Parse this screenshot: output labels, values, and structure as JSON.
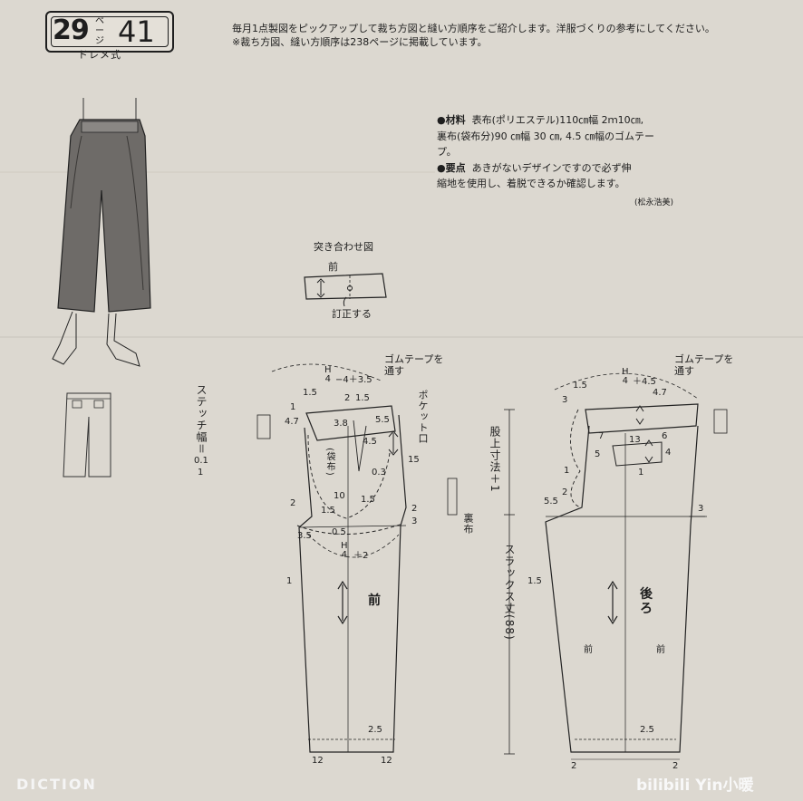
{
  "badge": {
    "page_number": "29",
    "page_kana": "ペ\nー\nジ",
    "pattern_number": "41",
    "magazine": "ドレメ式"
  },
  "intro": {
    "line1": "毎月1点製図をピックアップして裁ち方図と縫い方順序をご紹介します。洋服づくりの参考にしてください。",
    "line2": "※裁ち方図、縫い方順序は238ページに掲載しています。"
  },
  "materials": {
    "label": "●材料",
    "text1": "表布(ポリエステル)110㎝幅 2ｍ10㎝,",
    "text2": "裏布(袋布分)90 ㎝幅 30 ㎝, 4.5 ㎝幅のゴムテー",
    "text3": "プ。"
  },
  "key_points": {
    "label": "●要点",
    "text1": "あきがないデザインですので必ず伸",
    "text2": "縮地を使用し、着脱できるか確認します。",
    "author": "(松永浩美)"
  },
  "stitch": {
    "label": "ステッチ幅＝",
    "v1": "0.1",
    "v2": "1"
  },
  "joint": {
    "title": "突き合わせ図",
    "front": "前",
    "adjust": "訂正する"
  },
  "front_piece": {
    "rubber": "ゴムテープを\n通す",
    "waist_formula_h": "H",
    "waist_formula_4": "4",
    "waist_formula_rest": "−4＋3.5",
    "pocket": "ポケット口",
    "bag_cloth": "(袋布)",
    "lining": "裏布",
    "hip_formula_rest": "＋2",
    "title": "前",
    "m1_5": "1.5",
    "m1": "1",
    "m4_7": "4.7",
    "m2": "2",
    "m1_5b": "1.5",
    "m3_8": "3.8",
    "m5_5": "5.5",
    "m4_5": "4.5",
    "m15": "15",
    "m0_3": "0.3",
    "m10": "10",
    "m1_5c": "1.5",
    "m2b": "2",
    "m1_5d": "1.5",
    "m2c": "2",
    "m3": "3",
    "m3_5": "3.5",
    "m0_5": "0.5",
    "m1b": "1",
    "m2_5": "2.5",
    "m12a": "12",
    "m12b": "12"
  },
  "center_labels": {
    "crotch": "股上寸法＋1",
    "length": "スラックス丈",
    "length_value": "88"
  },
  "back_piece": {
    "rubber": "ゴムテープを\n通す",
    "waist_formula_rest": "＋4.5",
    "title": "後ろ",
    "front_ref1": "前",
    "front_ref2": "前",
    "m1_5": "1.5",
    "m3": "3",
    "m4_7": "4.7",
    "m7": "7",
    "m13": "13",
    "m6": "6",
    "m5": "5",
    "m4": "4",
    "m1": "1",
    "m1b": "1",
    "m2": "2",
    "m5_5": "5.5",
    "m3b": "3",
    "m1_5b": "1.5",
    "m2_5": "2.5",
    "m2a": "2",
    "m2c": "2"
  },
  "watermarks": {
    "left": "DICTION",
    "right": "bilibili Yin小暖"
  }
}
